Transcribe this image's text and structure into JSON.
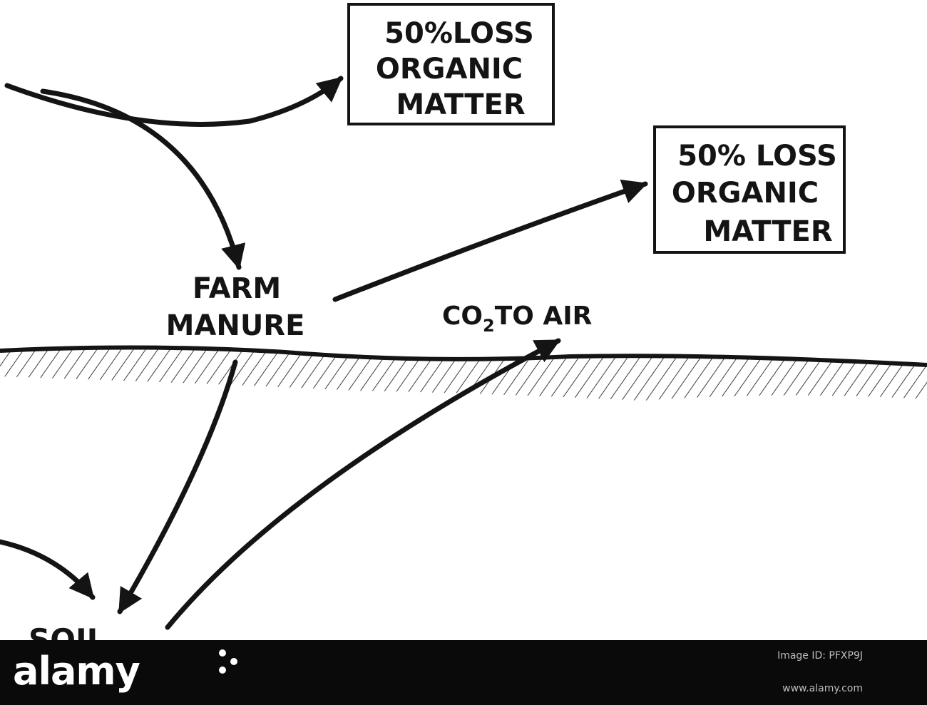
{
  "diagram": {
    "box1": {
      "lines": [
        "50%LOSS",
        "ORGANIC",
        "MATTER"
      ]
    },
    "box2": {
      "lines": [
        "50% LOSS",
        "ORGANIC",
        "MATTER"
      ]
    },
    "manure": {
      "lines": [
        "FARM",
        "MANURE"
      ]
    },
    "co2": {
      "main": "CO",
      "sub": "2",
      "rest": "TO AIR"
    },
    "soil": "SOIL"
  },
  "footer": {
    "brand": "alamy",
    "image_id_label": "Image ID: PFXP9J",
    "image_id": "",
    "site": "www.alamy.com"
  }
}
